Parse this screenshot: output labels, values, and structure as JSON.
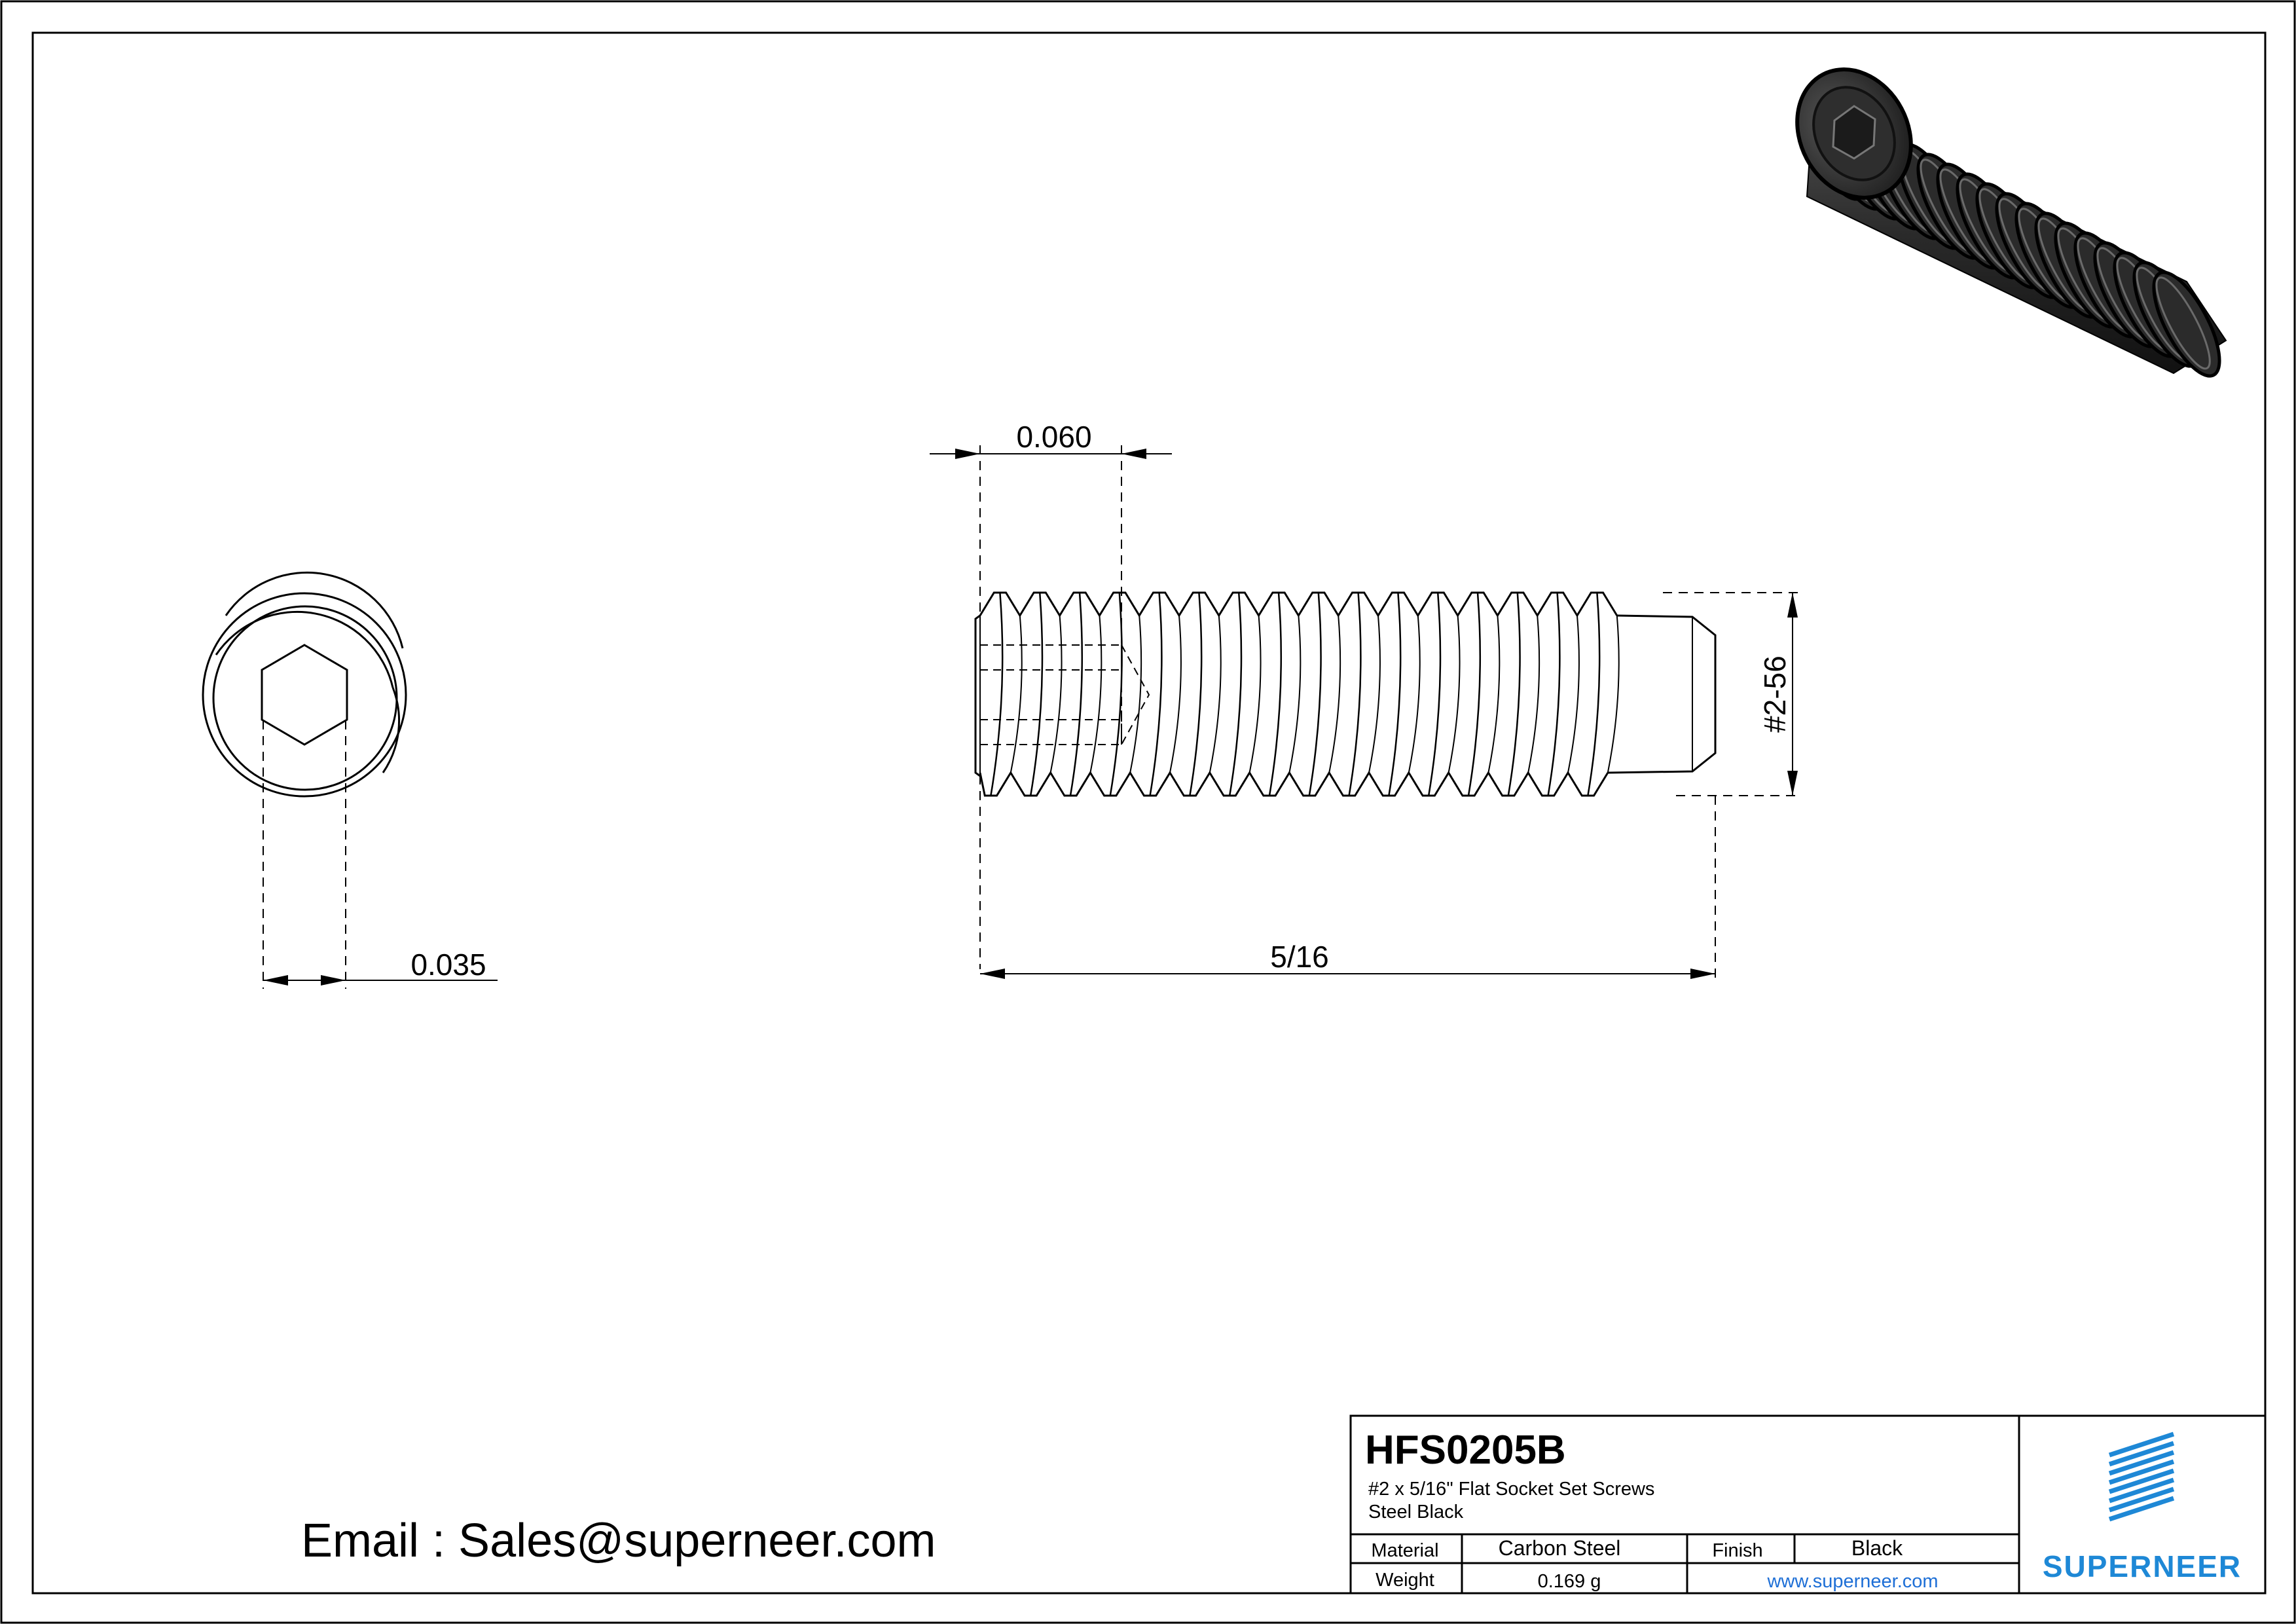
{
  "dimensions": {
    "socket_depth": "0.060",
    "hex_size": "0.035",
    "length": "5/16",
    "thread": "#2-56"
  },
  "email_line": "Email : Sales@superneer.com",
  "title_block": {
    "part_number": "HFS0205B",
    "description_line1": "#2 x 5/16\" Flat Socket Set Screws",
    "description_line2": "Steel Black",
    "material_label": "Material",
    "material_value": "Carbon Steel",
    "finish_label": "Finish",
    "finish_value": "Black",
    "weight_label": "Weight",
    "weight_value": "0.169 g",
    "website": "www.superneer.com",
    "brand": "SUPERNEER"
  },
  "colors": {
    "line": "#000000",
    "brand_blue": "#1e88d6",
    "website_blue": "#1e6fd6"
  }
}
